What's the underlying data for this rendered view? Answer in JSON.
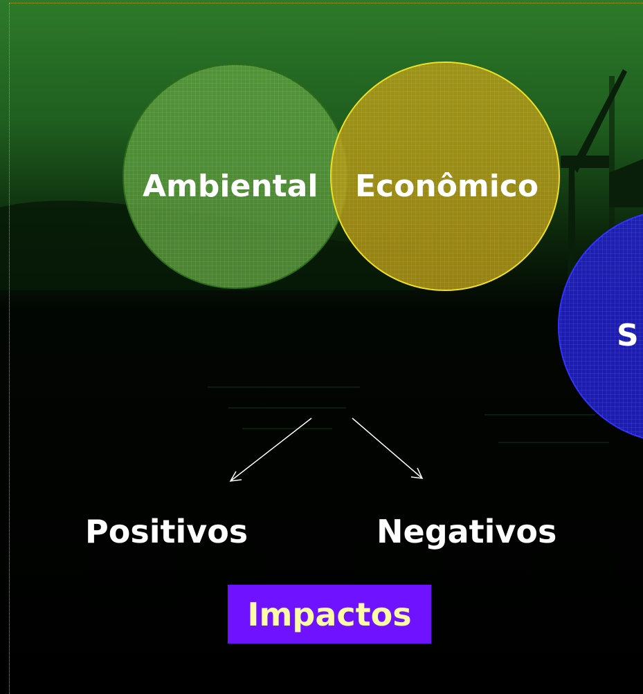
{
  "diagram": {
    "circles": {
      "ambiental": {
        "label": "Ambiental",
        "color": "#5a9e3a"
      },
      "economico": {
        "label": "Econômico",
        "color": "#b89c12"
      },
      "social": {
        "label": "S",
        "color": "#1f1fc8"
      }
    },
    "outcomes": {
      "positive": "Positivos",
      "negative": "Negativos"
    },
    "title_box": {
      "label": "Impactos",
      "bg_color": "#6f12ff",
      "text_color": "#fffaa6"
    }
  }
}
